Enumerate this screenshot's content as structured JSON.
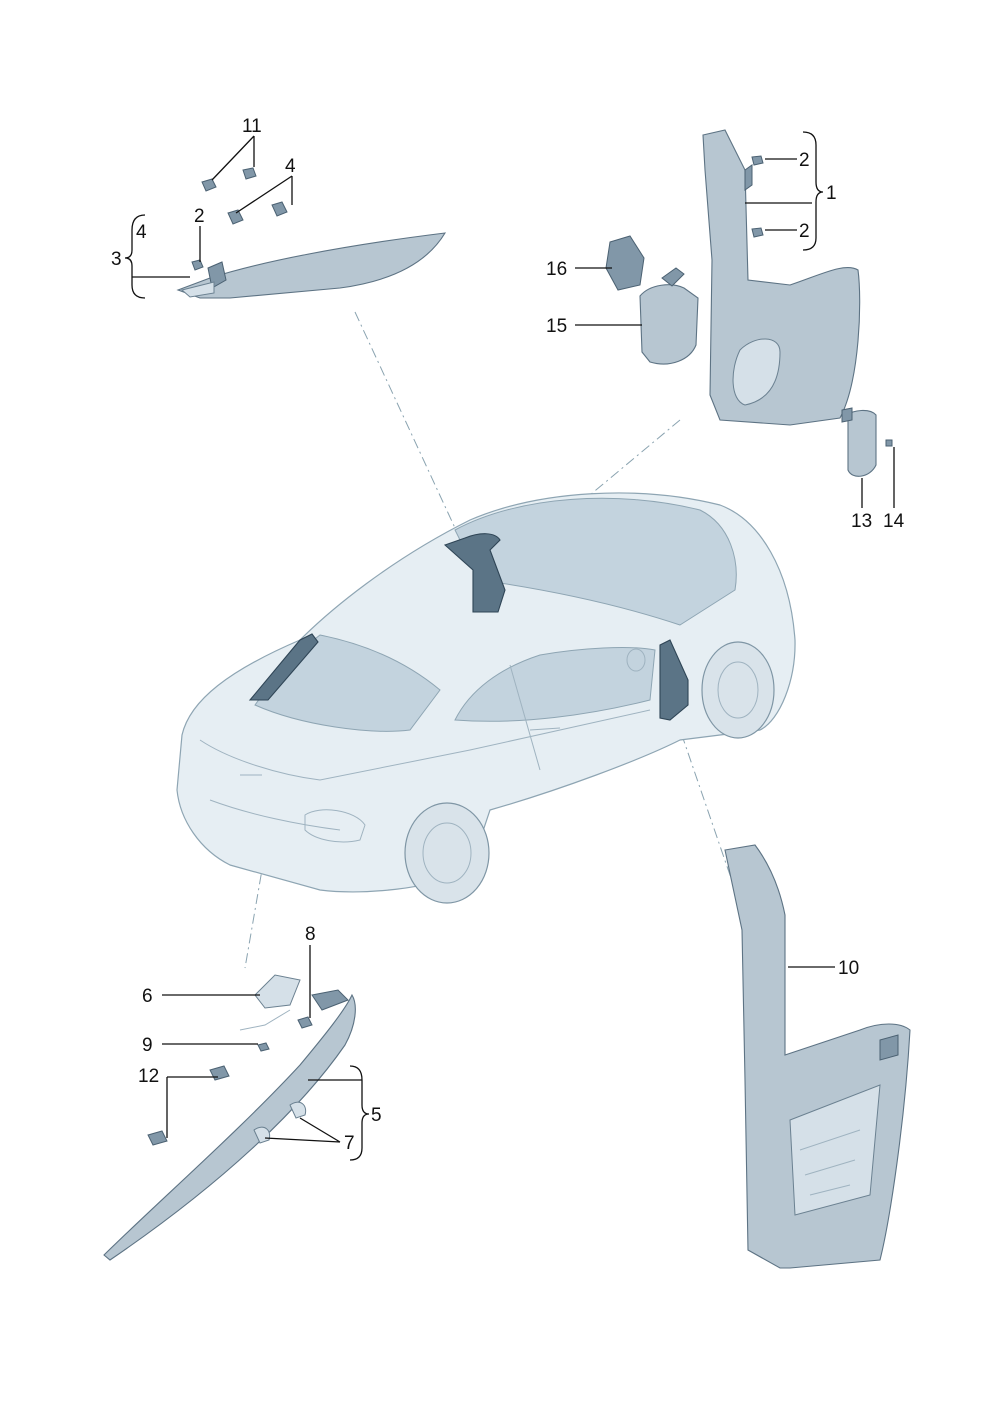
{
  "callouts": [
    {
      "id": "c11",
      "text": "11"
    },
    {
      "id": "c4a",
      "text": "4"
    },
    {
      "id": "c2a",
      "text": "2"
    },
    {
      "id": "c3",
      "text": "3"
    },
    {
      "id": "c4b",
      "text": "4"
    },
    {
      "id": "c2b",
      "text": "2"
    },
    {
      "id": "c1",
      "text": "1"
    },
    {
      "id": "c2c",
      "text": "2"
    },
    {
      "id": "c16",
      "text": "16"
    },
    {
      "id": "c15",
      "text": "15"
    },
    {
      "id": "c13",
      "text": "13"
    },
    {
      "id": "c14",
      "text": "14"
    },
    {
      "id": "c8",
      "text": "8"
    },
    {
      "id": "c6",
      "text": "6"
    },
    {
      "id": "c9",
      "text": "9"
    },
    {
      "id": "c12",
      "text": "12"
    },
    {
      "id": "c5",
      "text": "5"
    },
    {
      "id": "c7",
      "text": "7"
    },
    {
      "id": "c10",
      "text": "10"
    }
  ]
}
